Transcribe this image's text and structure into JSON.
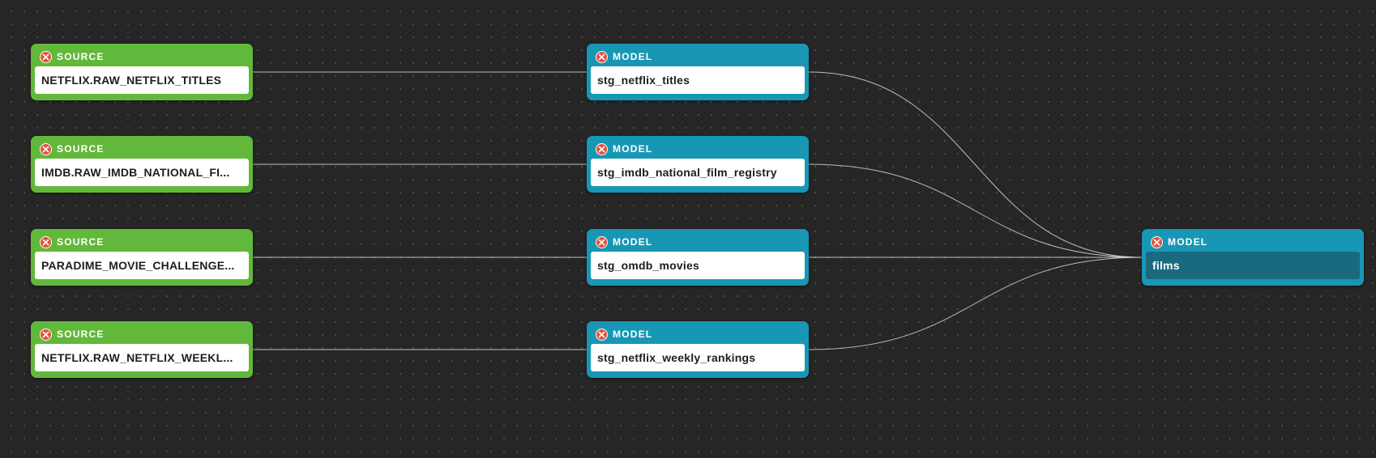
{
  "lineage": {
    "sources": [
      {
        "type_label": "SOURCE",
        "name": "NETFLIX.RAW_NETFLIX_TITLES"
      },
      {
        "type_label": "SOURCE",
        "name": "IMDB.RAW_IMDB_NATIONAL_FI..."
      },
      {
        "type_label": "SOURCE",
        "name": "PARADIME_MOVIE_CHALLENGE..."
      },
      {
        "type_label": "SOURCE",
        "name": "NETFLIX.RAW_NETFLIX_WEEKL..."
      }
    ],
    "staging_models": [
      {
        "type_label": "MODEL",
        "name": "stg_netflix_titles"
      },
      {
        "type_label": "MODEL",
        "name": "stg_imdb_national_film_registry"
      },
      {
        "type_label": "MODEL",
        "name": "stg_omdb_movies"
      },
      {
        "type_label": "MODEL",
        "name": "stg_netflix_weekly_rankings"
      }
    ],
    "final_model": {
      "type_label": "MODEL",
      "name": "films",
      "selected": true
    },
    "colors": {
      "source": "#62b83a",
      "model": "#1897b5",
      "selected_name_bg": "#196a7e",
      "status_icon": "#e4533c",
      "edge": "#d8d8d8",
      "background": "#262626"
    },
    "icons": {
      "status": "error-x-circle-icon"
    }
  }
}
